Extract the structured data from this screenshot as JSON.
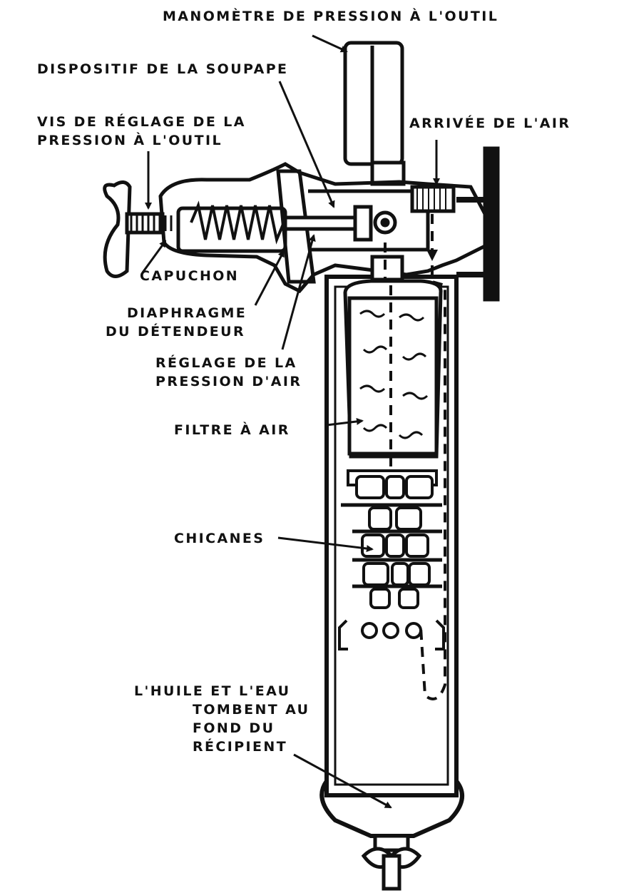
{
  "labels": {
    "manometre": "MANOMÈTRE DE PRESSION À L'OUTIL",
    "dispositif": "DISPOSITIF DE LA SOUPAPE",
    "vis_line1": "VIS DE RÉGLAGE DE LA",
    "vis_line2": "PRESSION À L'OUTIL",
    "arrivee": "ARRIVÉE DE L'AIR",
    "capuchon": "CAPUCHON",
    "diaphragme_line1": "DIAPHRAGME",
    "diaphragme_line2": "DU DÉTENDEUR",
    "reglage_line1": "RÉGLAGE DE LA",
    "reglage_line2": "PRESSION D'AIR",
    "filtre": "FILTRE À AIR",
    "chicanes": "CHICANES",
    "huile_line1": "L'HUILE ET L'EAU",
    "huile_line2": "TOMBENT AU",
    "huile_line3": "FOND DU",
    "huile_line4": "RÉCIPIENT"
  },
  "colors": {
    "ink": "#111111",
    "paper": "#ffffff"
  }
}
